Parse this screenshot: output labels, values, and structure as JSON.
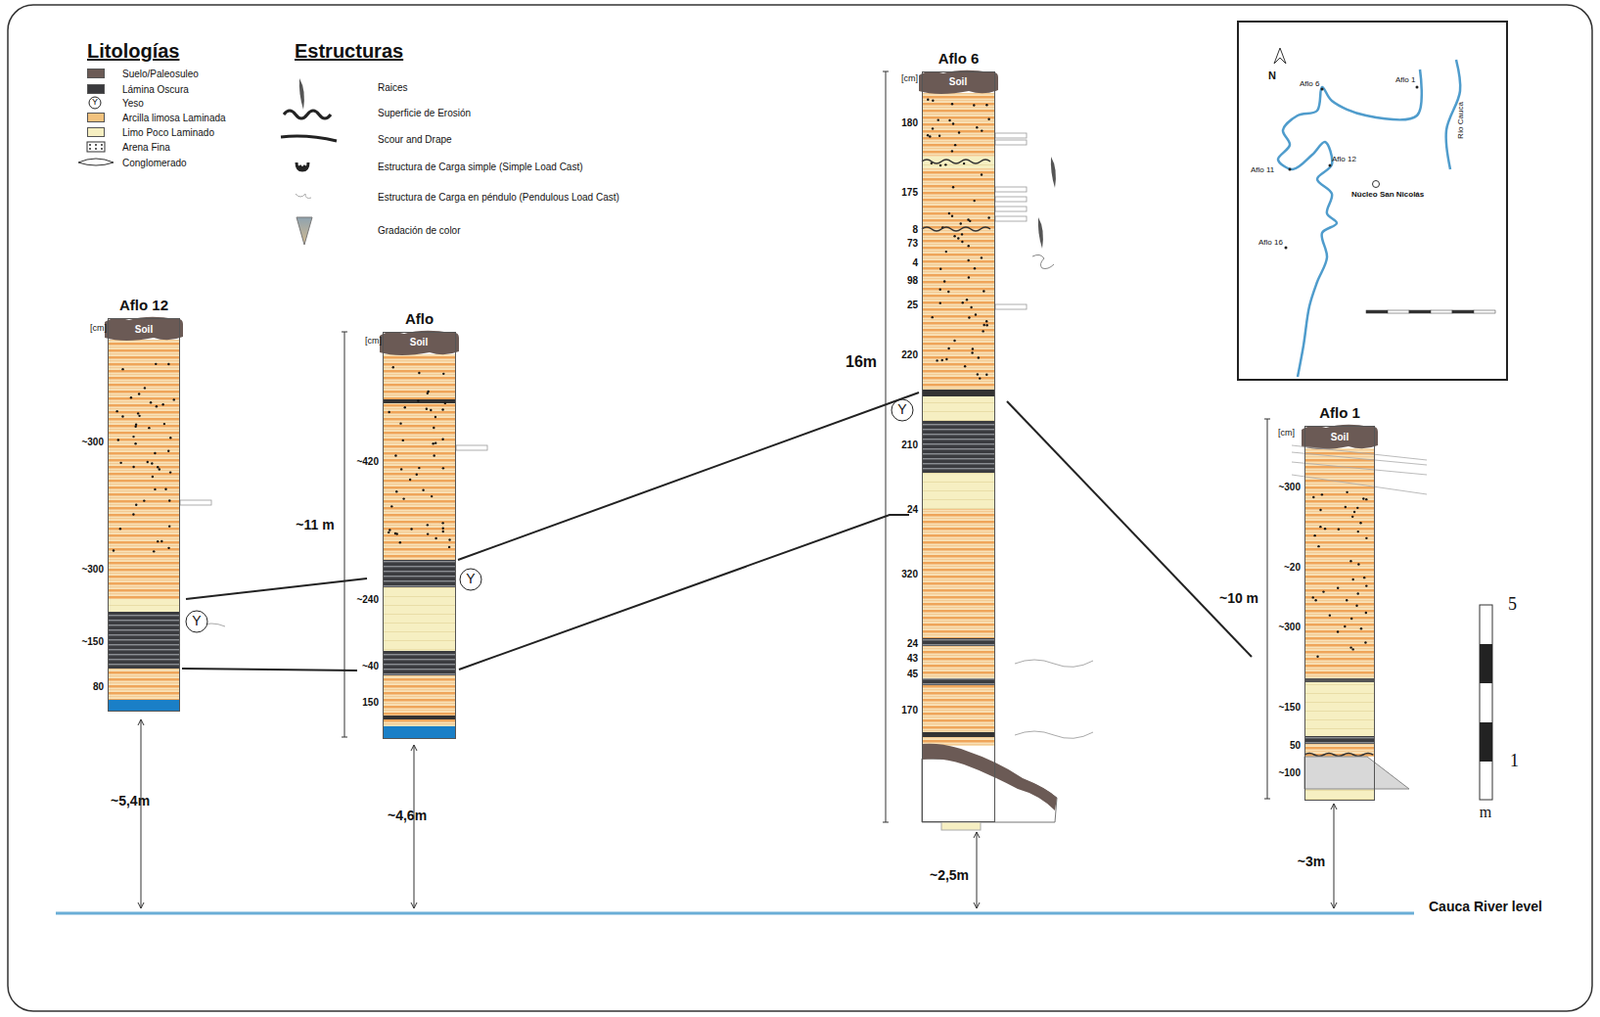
{
  "diagram": {
    "nodes": [
      {
        "text": [
          "Aflo 12"
        ]
      },
      {
        "text": [
          "Aflo"
        ]
      },
      {
        "text": [
          "Aflo 6"
        ]
      },
      {
        "text": [
          "Aflo 1"
        ]
      },
      {
        "text": [
          "N",
          "Aflo 6",
          "Aflo 1",
          "Aflo 11",
          "Aflo 12",
          "Núcleo San Nicolás",
          "Aflo 16",
          "Río Cauca"
        ]
      }
    ],
    "edges": [
      {
        "from": 0,
        "to": 1,
        "arrow": "none"
      },
      {
        "from": 0,
        "to": 1,
        "arrow": "none"
      },
      {
        "from": 1,
        "to": 2,
        "arrow": "none"
      },
      {
        "from": 1,
        "to": 2,
        "arrow": "none"
      },
      {
        "from": 2,
        "to": 3,
        "arrow": "none"
      }
    ],
    "labels": [
      "Litologías",
      "Estructuras",
      "Y",
      "[cm]",
      "Soil",
      "~300",
      "~300",
      "~150",
      "80",
      "Y",
      "~5,4m",
      "[cm]",
      "Soil",
      "~420",
      "~11 m",
      "~240",
      "Y",
      "~40",
      "150",
      "~4,6m",
      "[cm]",
      "Soil",
      "180",
      "175",
      "8",
      "73",
      "4",
      "98",
      "25",
      "220",
      "16m",
      "Y",
      "210",
      "24",
      "320",
      "24",
      "43",
      "45",
      "170",
      "~2,5m",
      "[cm]",
      "Soil",
      "~300",
      "~20",
      "~300",
      "~10 m",
      "~150",
      "50",
      "~100",
      "~3m",
      "5",
      "1",
      "m",
      "Cauca River level"
    ],
    "legend": [
      {
        "text": "Suelo/Paleosuleo",
        "color": "#6b5a55"
      },
      {
        "text": "Lámina Oscura",
        "color": "#3a3a3d"
      },
      {
        "text": "Yeso"
      },
      {
        "text": "Arcilla limosa Laminada",
        "color": "#f2c27e"
      },
      {
        "text": "Limo Poco Laminado",
        "color": "#f6efc2"
      },
      {
        "text": "Arena Fina"
      },
      {
        "text": "Conglomerado"
      },
      {
        "text": "Raices"
      },
      {
        "text": "Superficie de Erosión"
      },
      {
        "text": "Scour and Drape"
      },
      {
        "text": "Estructura de Carga simple (Simple Load Cast)"
      },
      {
        "text": "Estructura de Carga en péndulo (Pendulous Load Cast)"
      },
      {
        "text": "Gradación de color"
      }
    ]
  }
}
